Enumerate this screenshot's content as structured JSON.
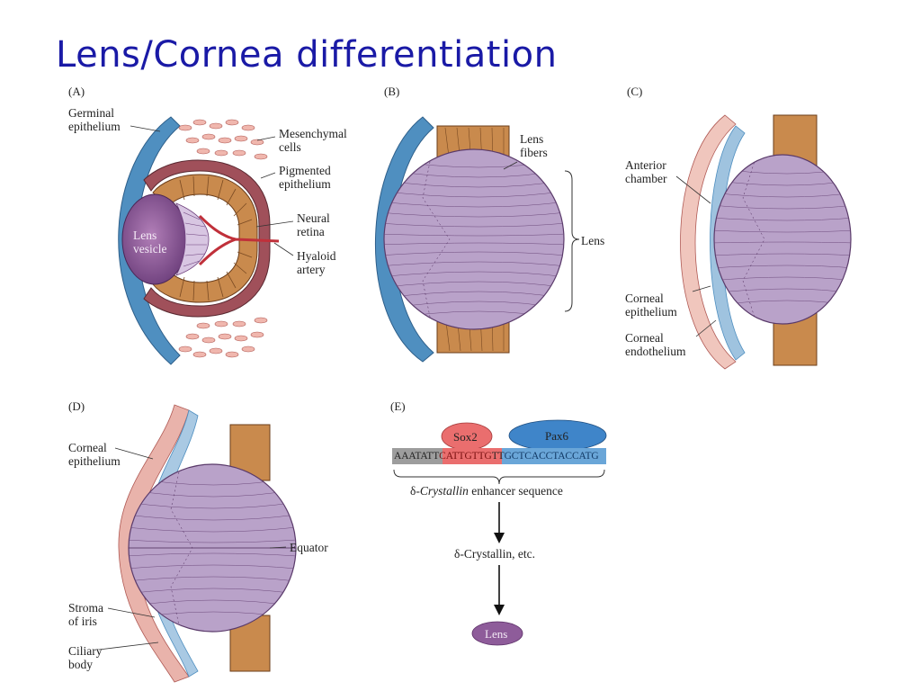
{
  "title": "Lens/Cornea differentiation",
  "panels": {
    "A": {
      "tag": "(A)",
      "germinal_1": "Germinal",
      "germinal_2": "epithelium",
      "mes_1": "Mesenchymal",
      "mes_2": "cells",
      "pig_1": "Pigmented",
      "pig_2": "epithelium",
      "neural_1": "Neural",
      "neural_2": "retina",
      "lensv_1": "Lens",
      "lensv_2": "vesicle",
      "hyaloid_1": "Hyaloid",
      "hyaloid_2": "artery"
    },
    "B": {
      "tag": "(B)",
      "fibers_1": "Lens",
      "fibers_2": "fibers",
      "lens": "Lens"
    },
    "C": {
      "tag": "(C)",
      "ant_1": "Anterior",
      "ant_2": "chamber",
      "cepi_1": "Corneal",
      "cepi_2": "epithelium",
      "cendo_1": "Corneal",
      "cendo_2": "endothelium"
    },
    "D": {
      "tag": "(D)",
      "cepi_1": "Corneal",
      "cepi_2": "epithelium",
      "equator": "Equator",
      "stroma_1": "Stroma",
      "stroma_2": "of iris",
      "ciliary_1": "Ciliary",
      "ciliary_2": "body"
    },
    "E": {
      "tag": "(E)",
      "sox2": "Sox2",
      "pax6": "Pax6",
      "seq_a": "AAATATT",
      "seq_b": "CATTGTTG",
      "seq_c": "TT",
      "seq_d": "GCTCACCTACCATG",
      "delta": "δ-",
      "crystallin_italic": "Crystallin",
      "enhancer": " enhancer sequence",
      "product": "δ-Crystallin, etc.",
      "lens": "Lens"
    }
  },
  "colors": {
    "title": "#1a1aa6",
    "blue_epithelium": "#4f8fc0",
    "lens": "#b9a2c9",
    "lens_dark": "#7a4d86",
    "retina": "#c98a4d",
    "pigmented": "#a0505a",
    "mesenchyme": "#f0b7ae",
    "sox2": "#ea6e6e",
    "pax6": "#3f85c9"
  }
}
